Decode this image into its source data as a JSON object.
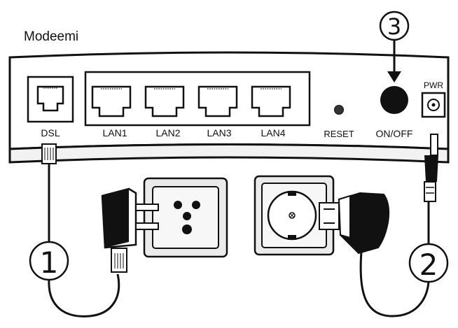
{
  "title": "Modeemi",
  "ports": {
    "dsl": "DSL",
    "lan1": "LAN1",
    "lan2": "LAN2",
    "lan3": "LAN3",
    "lan4": "LAN4",
    "reset": "RESET",
    "on_off": "ON/OFF",
    "pwr": "PWR"
  },
  "callouts": {
    "step1": "1",
    "step2": "2",
    "step3": "3"
  },
  "colors": {
    "ink": "#111111",
    "device_fill": "#ffffff",
    "wall_outer": "#e6e6e6",
    "wall_inner": "#f4f4f4",
    "button": "#111111"
  },
  "icons": {
    "telephone_wall_socket": "three-hole-phone-socket",
    "power_wall_socket": "schuko-power-socket",
    "dsl_connector": "rj11-plug",
    "power_connector": "dc-barrel-plug",
    "power_adapter": "wall-power-adapter",
    "phone_adapter": "phone-plug-adapter"
  }
}
